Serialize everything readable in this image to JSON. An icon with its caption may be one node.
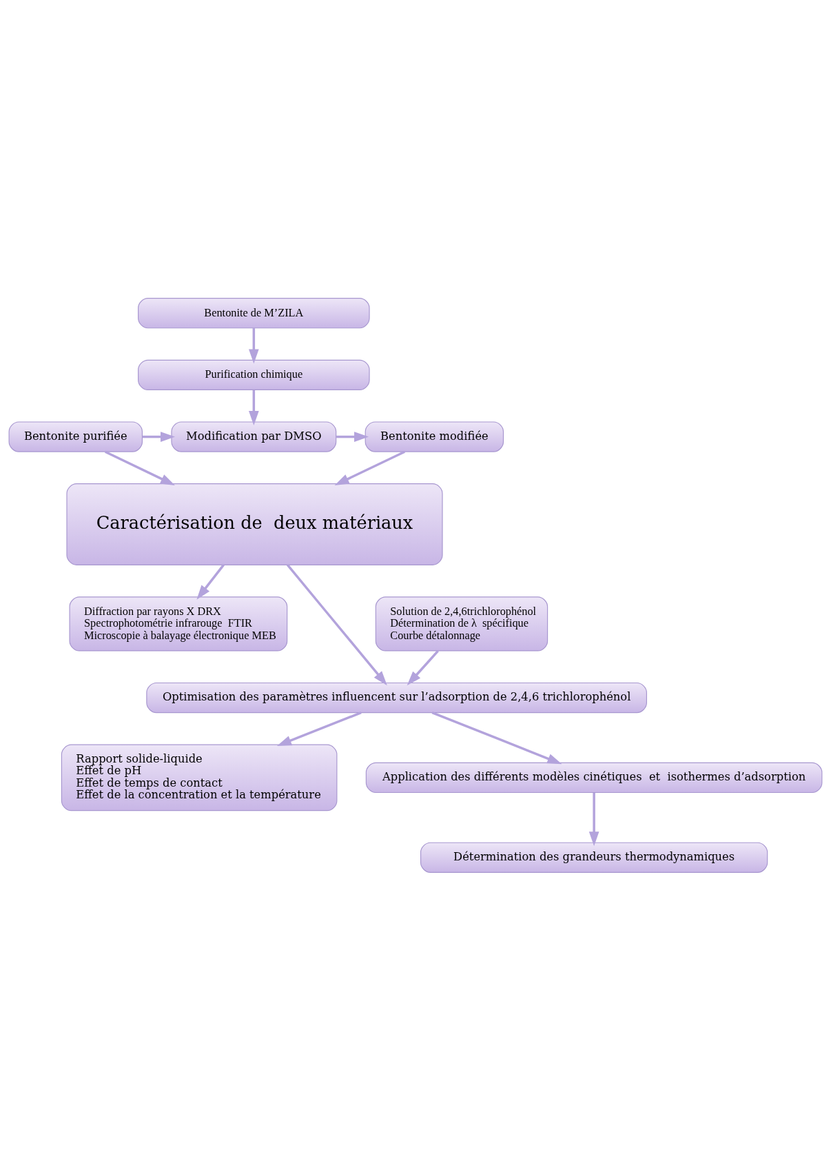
{
  "diagram": {
    "nodes": [
      {
        "text": [
          "Bentonite de M’ZILA"
        ]
      },
      {
        "text": [
          "Purification chimique"
        ]
      },
      {
        "text": [
          "Bentonite purifiée"
        ]
      },
      {
        "text": [
          "Modification par DMSO"
        ]
      },
      {
        "text": [
          "Bentonite modifiée"
        ]
      },
      {
        "text": [
          "Caractérisation de  deux matériaux"
        ]
      },
      {
        "text": [
          "Solution de 2,4,6trichlorophénol",
          "Détermination de λ  spécifique",
          "Courbe détalonnage"
        ]
      },
      {
        "text": [
          "Diffraction par rayons X DRX",
          "Spectrophotométrie infrarouge  FTIR",
          "Microscopie à balayage électronique MEB"
        ]
      },
      {
        "text": [
          "Optimisation des paramètres influencent sur l’adsorption de 2,4,6 trichlorophénol"
        ]
      },
      {
        "text": [
          "Rapport solide-liquide",
          "Effet de pH",
          "Effet de temps de contact",
          "Effet de la concentration et la température"
        ]
      },
      {
        "text": [
          "Application des différents modèles cinétiques  et  isothermes d’adsorption"
        ]
      },
      {
        "text": [
          "Détermination des grandeurs thermodynamiques"
        ]
      }
    ],
    "edges": [
      {
        "from": 0,
        "to": 1,
        "arrow": "to"
      },
      {
        "from": 1,
        "to": 3,
        "arrow": "to"
      },
      {
        "from": 2,
        "to": 3,
        "arrow": "to"
      },
      {
        "from": 3,
        "to": 4,
        "arrow": "to"
      },
      {
        "from": 2,
        "to": 5,
        "arrow": "to"
      },
      {
        "from": 4,
        "to": 5,
        "arrow": "to"
      },
      {
        "from": 5,
        "to": 7,
        "arrow": "to"
      },
      {
        "from": 5,
        "to": 8,
        "arrow": "to"
      },
      {
        "from": 6,
        "to": 8,
        "arrow": "to"
      },
      {
        "from": 8,
        "to": 9,
        "arrow": "to"
      },
      {
        "from": 8,
        "to": 10,
        "arrow": "to"
      },
      {
        "from": 10,
        "to": 11,
        "arrow": "to"
      }
    ]
  }
}
